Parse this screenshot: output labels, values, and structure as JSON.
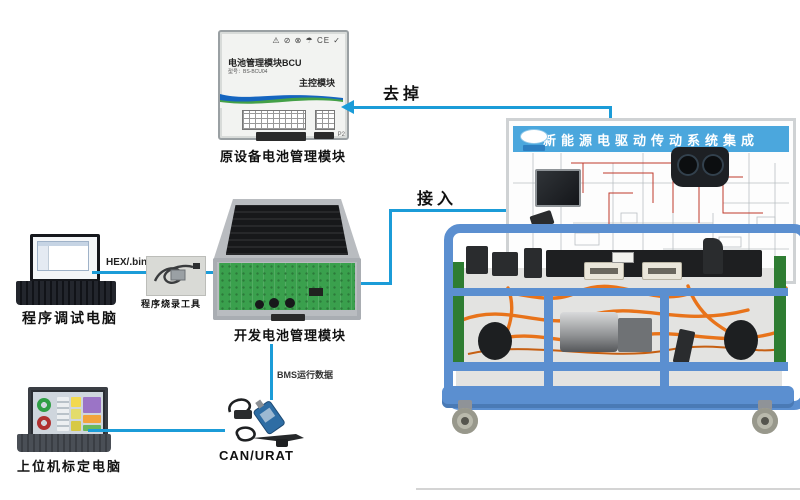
{
  "colors": {
    "connection_line": "#1b9cd8",
    "banner_blue": "#4ba7dd",
    "frame_blue": "#5b8fd0",
    "cable_orange": "#e8731a",
    "pcb_green": "#3aa04d"
  },
  "bcu_module": {
    "cert_icons": "⚠ ⊘ ⊗ ☂ CE ✓",
    "title": "电池管理模块BCU",
    "model": "型号：BS-BCU04",
    "subtitle": "主控模块",
    "port_label": "P2",
    "caption": "原设备电池管理模块"
  },
  "debug_pc": {
    "caption": "程序调试电脑"
  },
  "flash_tool": {
    "caption": "程序烧录工具"
  },
  "dev_module": {
    "caption": "开发电池管理模块"
  },
  "calib_pc": {
    "caption": "上位机标定电脑"
  },
  "can_adapter": {
    "caption": "CAN/URAT"
  },
  "connections": {
    "remove_label": "去掉",
    "connect_label": "接入",
    "hex_label": "HEX/.bin",
    "bms_label": "BMS运行数据"
  },
  "bench": {
    "banner": "新能源电驱动传动系统集成"
  }
}
